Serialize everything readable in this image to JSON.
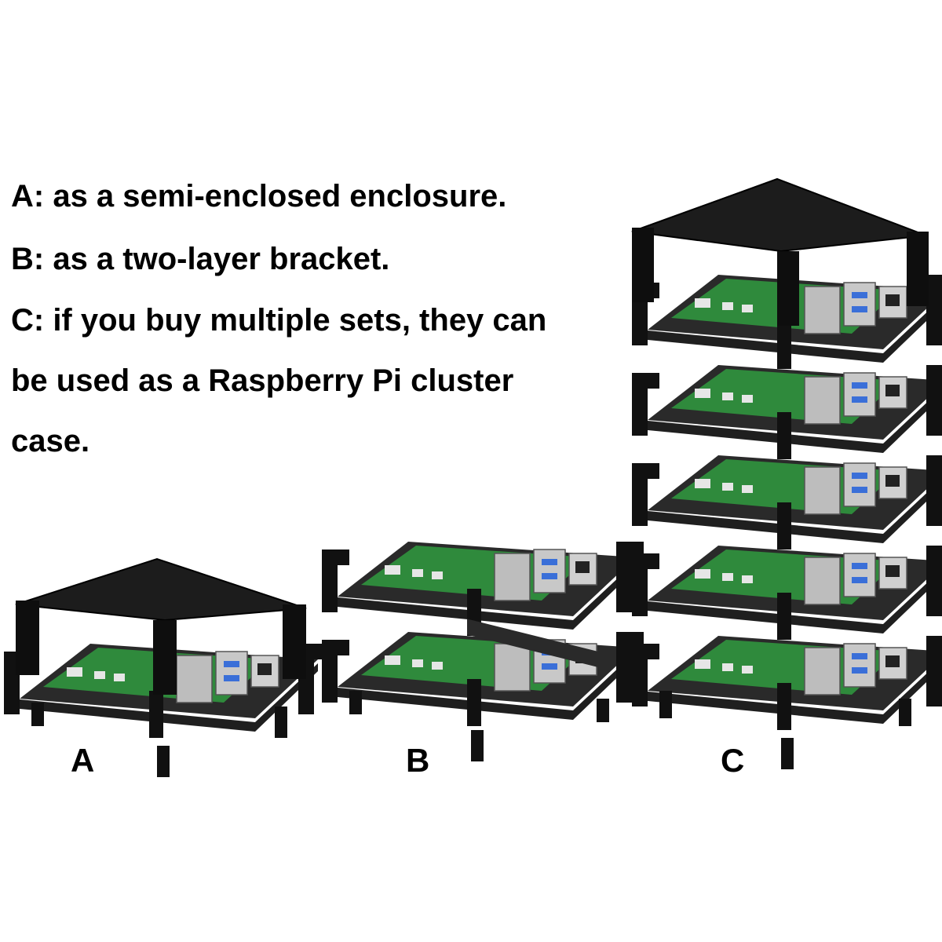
{
  "captions": [
    "A: as a semi-enclosed enclosure.",
    "B: as a two-layer bracket.",
    "C: if you buy multiple sets, they can",
    "be used as a Raspberry Pi cluster",
    "case."
  ],
  "labels": {
    "a": "A",
    "b": "B",
    "c": "C"
  },
  "colors": {
    "acrylic": "#1a1a1a",
    "board": "#2f8a3c",
    "port_metal": "#bdbdbd",
    "usb3_blue": "#3a6fd8"
  },
  "assemblies": {
    "a_layers": 1,
    "b_layers": 2,
    "c_layers": 5
  }
}
